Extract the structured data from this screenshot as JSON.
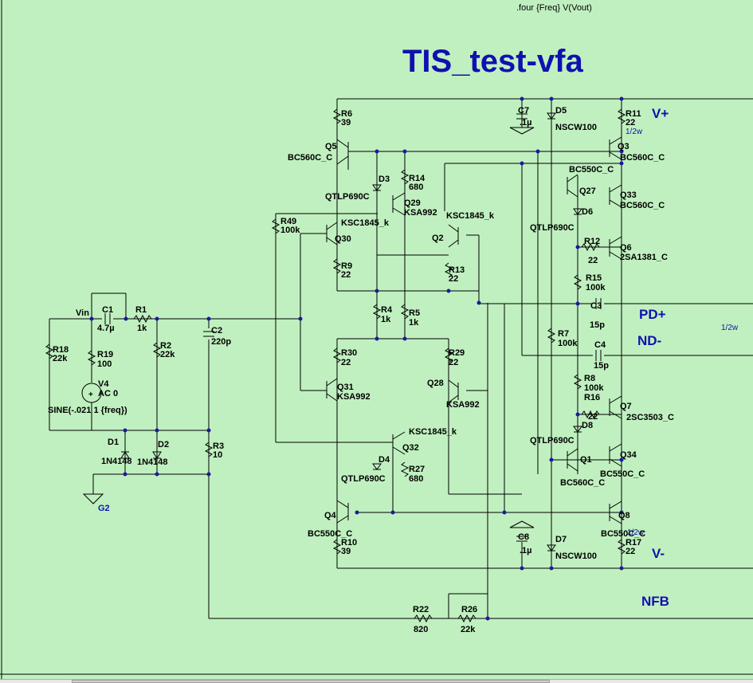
{
  "directive": ".four {Freq}  V(Vout)",
  "title": "TIS_test-vfa",
  "nets": {
    "vplus": "V+",
    "vminus": "V-",
    "pdplus": "PD+",
    "ndminus": "ND-",
    "nfb": "NFB",
    "vin": "Vin",
    "g2": "G2",
    "half_w_1": "1/2w",
    "half_w_2": "1/2w",
    "half_w_3": "1/2w"
  },
  "source": {
    "name": "V4",
    "value": "AC 0",
    "sine": "SINE(-.021 1 {freq})"
  },
  "resistors": {
    "r1": {
      "name": "R1",
      "value": "1k"
    },
    "r2": {
      "name": "R2",
      "value": "22k"
    },
    "r3": {
      "name": "R3",
      "value": "10"
    },
    "r4": {
      "name": "R4",
      "value": "1k"
    },
    "r5": {
      "name": "R5",
      "value": "1k"
    },
    "r6": {
      "name": "R6",
      "value": "39"
    },
    "r7": {
      "name": "R7",
      "value": "100k"
    },
    "r8": {
      "name": "R8",
      "value": "100k"
    },
    "r9": {
      "name": "R9",
      "value": "22"
    },
    "r10": {
      "name": "R10",
      "value": "39"
    },
    "r11": {
      "name": "R11",
      "value": "22"
    },
    "r12": {
      "name": "R12",
      "value": "22"
    },
    "r13": {
      "name": "R13",
      "value": "22"
    },
    "r14": {
      "name": "R14",
      "value": "680"
    },
    "r15": {
      "name": "R15",
      "value": "100k"
    },
    "r16": {
      "name": "R16",
      "value": "22"
    },
    "r17": {
      "name": "R17",
      "value": "22"
    },
    "r18": {
      "name": "R18",
      "value": "22k"
    },
    "r19": {
      "name": "R19",
      "value": "100"
    },
    "r22": {
      "name": "R22",
      "value": "820"
    },
    "r26": {
      "name": "R26",
      "value": "22k"
    },
    "r27": {
      "name": "R27",
      "value": "680"
    },
    "r29": {
      "name": "R29",
      "value": "22"
    },
    "r30": {
      "name": "R30",
      "value": "22"
    },
    "r49": {
      "name": "R49",
      "value": "100k"
    }
  },
  "capacitors": {
    "c1": {
      "name": "C1",
      "value": "4.7µ"
    },
    "c2": {
      "name": "C2",
      "value": "220p"
    },
    "c3": {
      "name": "C3",
      "value": "15p"
    },
    "c4": {
      "name": "C4",
      "value": "15p"
    },
    "c7": {
      "name": "C7",
      "value": ".1µ"
    },
    "c8": {
      "name": "C8",
      "value": ".1µ"
    }
  },
  "diodes": {
    "d1": {
      "name": "D1",
      "value": "1N4148"
    },
    "d2": {
      "name": "D2",
      "value": "1N4148"
    },
    "d3": {
      "name": "D3",
      "value": "QTLP690C"
    },
    "d4": {
      "name": "D4",
      "value": "QTLP690C"
    },
    "d5": {
      "name": "D5",
      "value": "NSCW100"
    },
    "d6": {
      "name": "D6",
      "value": "QTLP690C"
    },
    "d7": {
      "name": "D7",
      "value": "NSCW100"
    },
    "d8": {
      "name": "D8",
      "value": "QTLP690C"
    }
  },
  "transistors": {
    "q1": {
      "name": "Q1",
      "value": "BC560C_C"
    },
    "q2": {
      "name": "Q2",
      "value": "KSC1845_k"
    },
    "q3": {
      "name": "Q3",
      "value": "BC560C_C"
    },
    "q4": {
      "name": "Q4",
      "value": "BC550C_C"
    },
    "q5": {
      "name": "Q5",
      "value": "BC560C_C"
    },
    "q6": {
      "name": "Q6",
      "value": "2SA1381_C"
    },
    "q7": {
      "name": "Q7",
      "value": "2SC3503_C"
    },
    "q8": {
      "name": "Q8",
      "value": "BC550C_C"
    },
    "q27": {
      "name": "Q27",
      "value": "BC550C_C"
    },
    "q28": {
      "name": "Q28",
      "value": "KSA992"
    },
    "q29": {
      "name": "Q29",
      "value": "KSA992"
    },
    "q30": {
      "name": "Q30",
      "value": "KSC1845_k"
    },
    "q31": {
      "name": "Q31",
      "value": "KSA992"
    },
    "q32": {
      "name": "Q32",
      "value": "KSC1845_k"
    },
    "q33": {
      "name": "Q33",
      "value": "BC560C_C"
    },
    "q34": {
      "name": "Q34",
      "value": "BC550C_C"
    }
  }
}
